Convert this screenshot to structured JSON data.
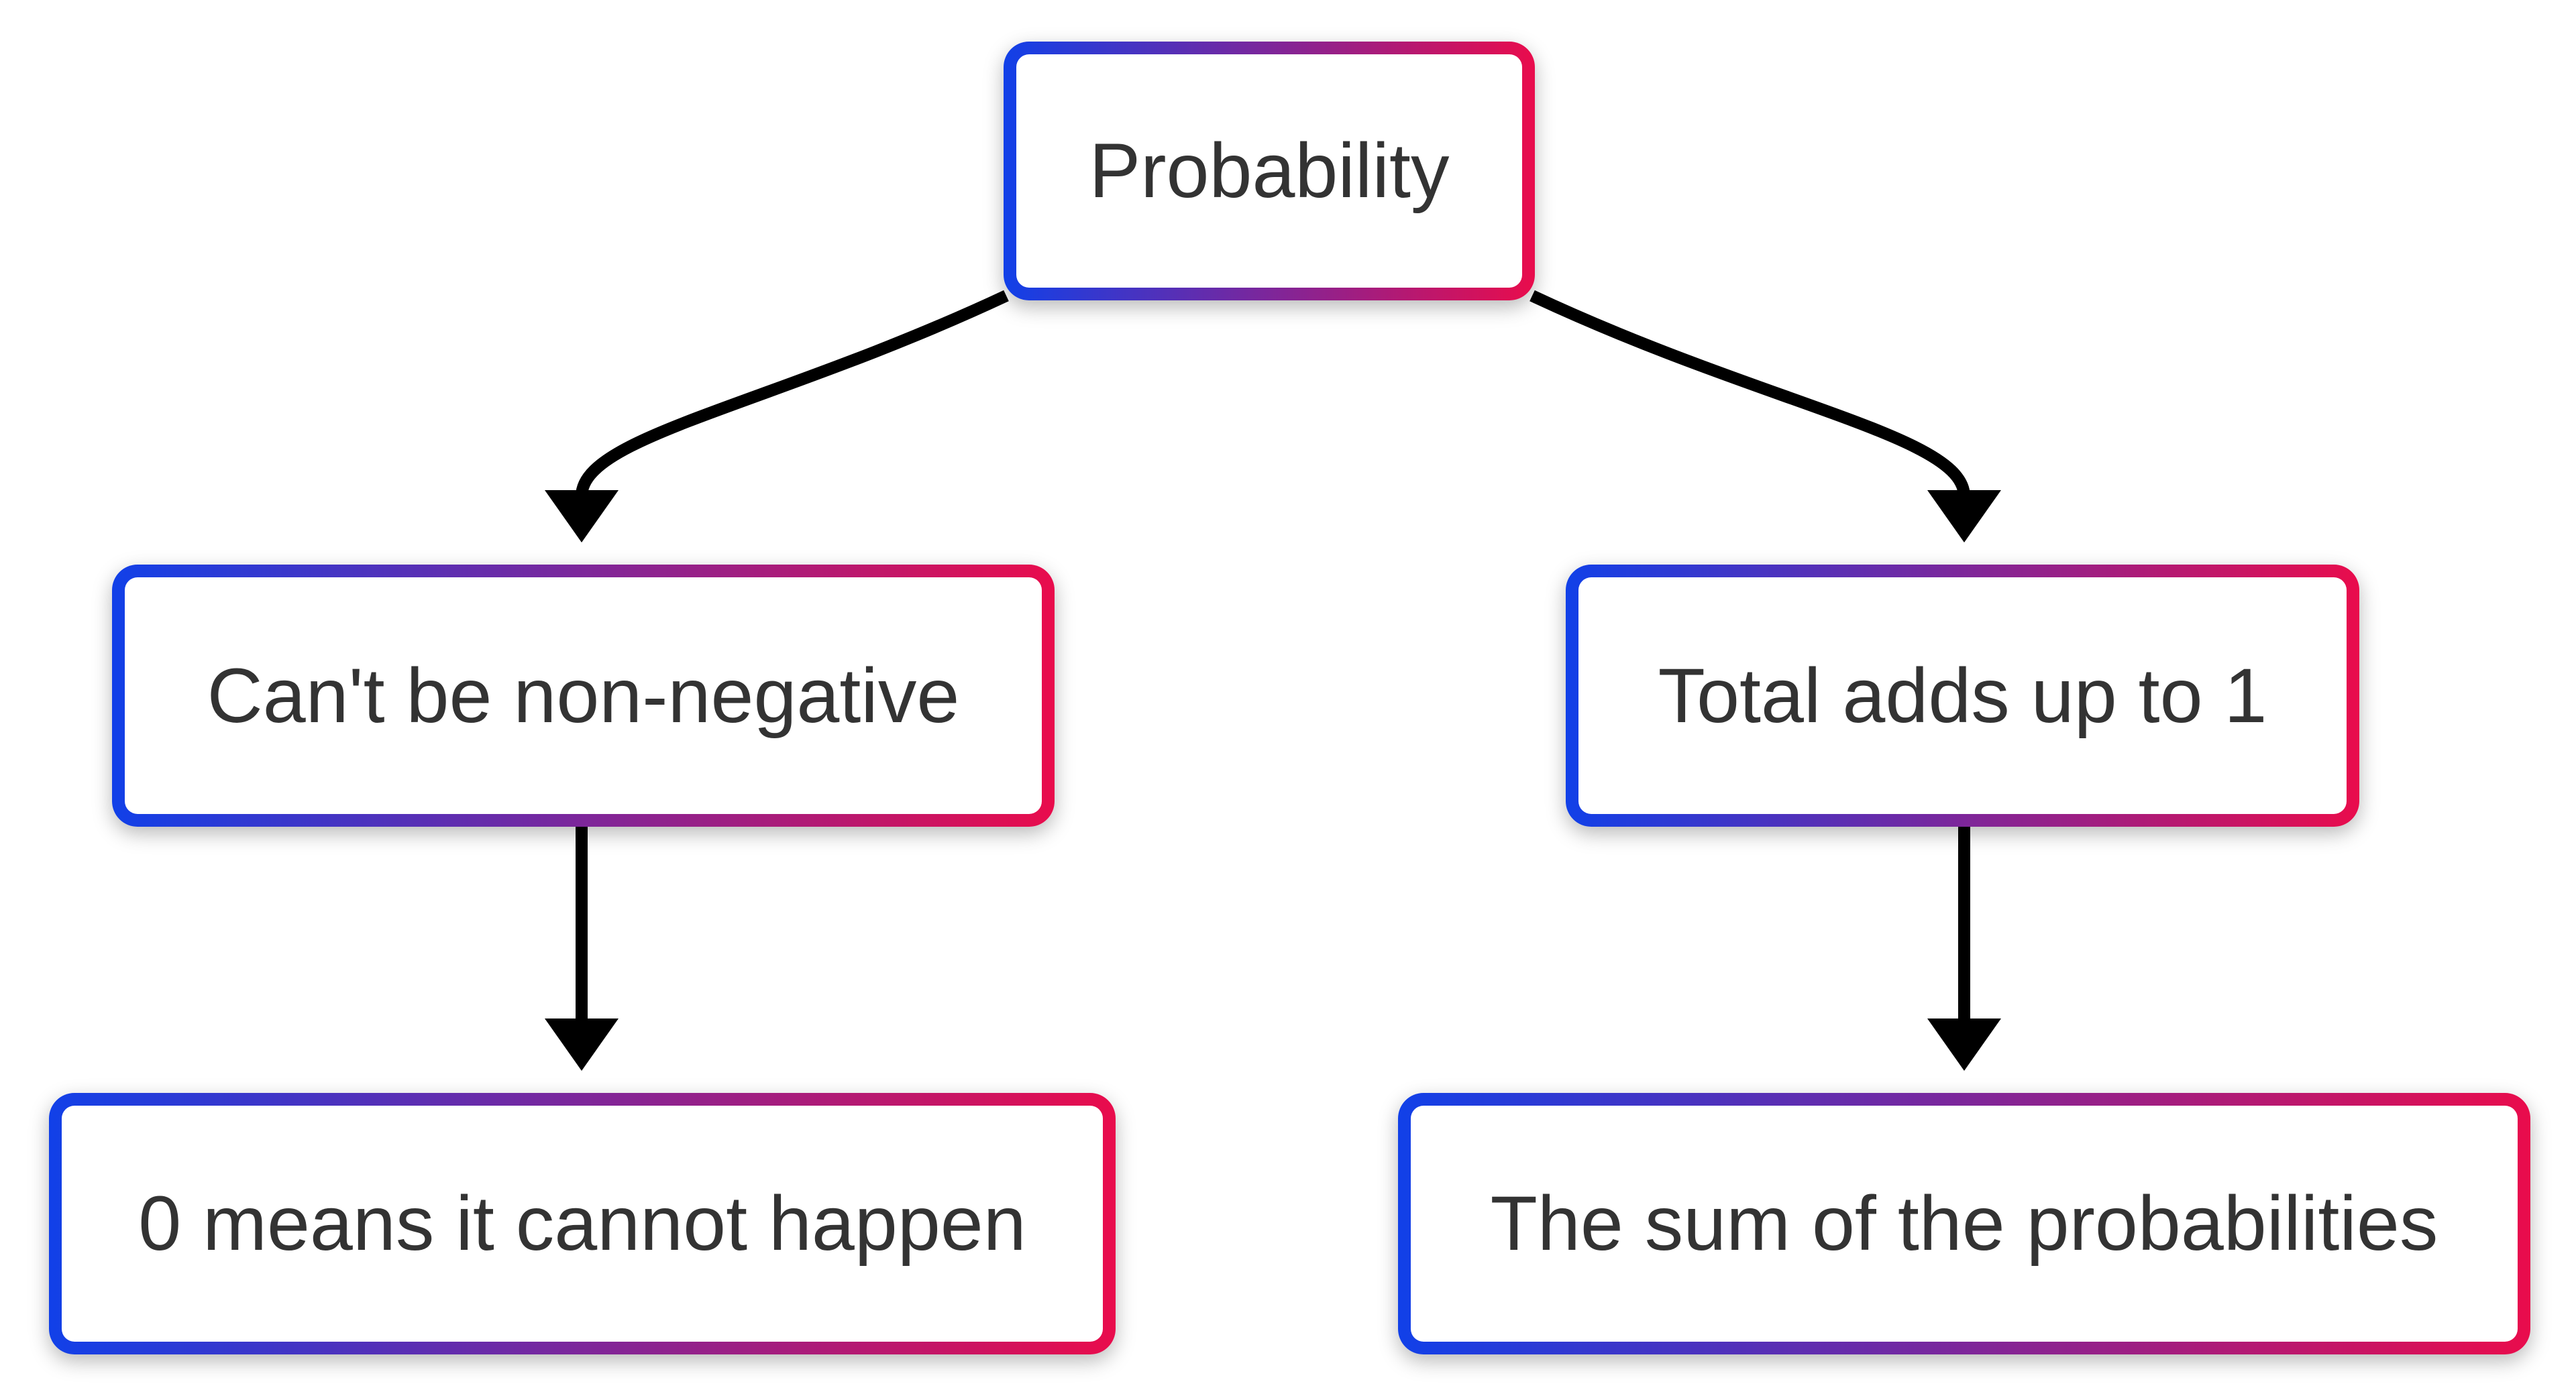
{
  "diagram": {
    "type": "flowchart",
    "direction": "top-down",
    "nodes": {
      "root": {
        "label": "Probability"
      },
      "left": {
        "label": "Can't be non-negative"
      },
      "right": {
        "label": "Total adds up to 1"
      },
      "left_child": {
        "label": "0 means it cannot happen"
      },
      "right_child": {
        "label": "The sum of the probabilities"
      }
    },
    "edges": [
      {
        "from": "root",
        "to": "left"
      },
      {
        "from": "root",
        "to": "right"
      },
      {
        "from": "left",
        "to": "left_child"
      },
      {
        "from": "right",
        "to": "right_child"
      }
    ],
    "colors": {
      "border_gradient_start": "#1140E8",
      "border_gradient_end": "#E90C4C",
      "node_fill": "#FFFFFF",
      "text": "#333333",
      "arrow": "#000000",
      "background": "#FFFFFF"
    }
  }
}
